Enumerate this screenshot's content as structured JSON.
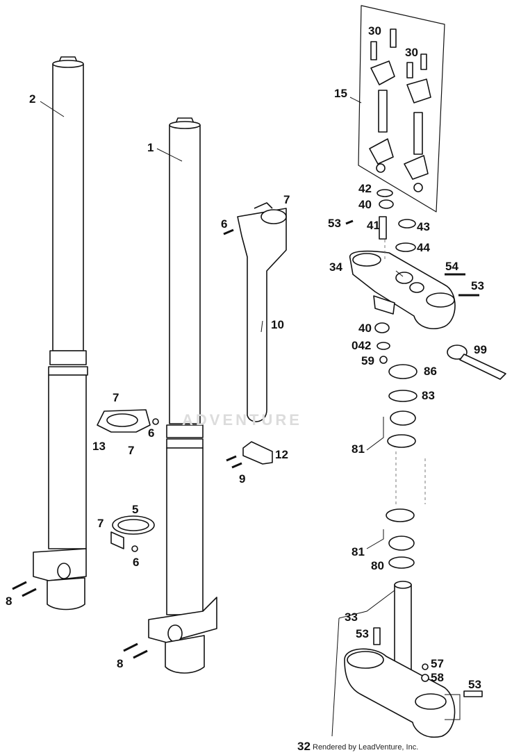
{
  "diagram": {
    "watermark": "ADVENTURE",
    "credit": "Rendered by LeadVenture, Inc.",
    "labels": {
      "l2": "2",
      "l1": "1",
      "l15": "15",
      "l30a": "30",
      "l30b": "30",
      "l42": "42",
      "l40a": "40",
      "l53a": "53",
      "l41": "41",
      "l43": "43",
      "l44": "44",
      "l34": "34",
      "l54": "54",
      "l53b": "53",
      "l7a": "7",
      "l6a": "6",
      "l10": "10",
      "l40b": "40",
      "l042": "042",
      "l59": "59",
      "l99": "99",
      "l86": "86",
      "l83": "83",
      "l7b": "7",
      "l6b": "6",
      "l13": "13",
      "l7c": "7",
      "l12": "12",
      "l9": "9",
      "l81a": "81",
      "l5": "5",
      "l7d": "7",
      "l6c": "6",
      "l81b": "81",
      "l80": "80",
      "l8a": "8",
      "l33": "33",
      "l53c": "53",
      "l57": "57",
      "l58": "58",
      "l53d": "53",
      "l8b": "8",
      "l32": "32"
    }
  }
}
